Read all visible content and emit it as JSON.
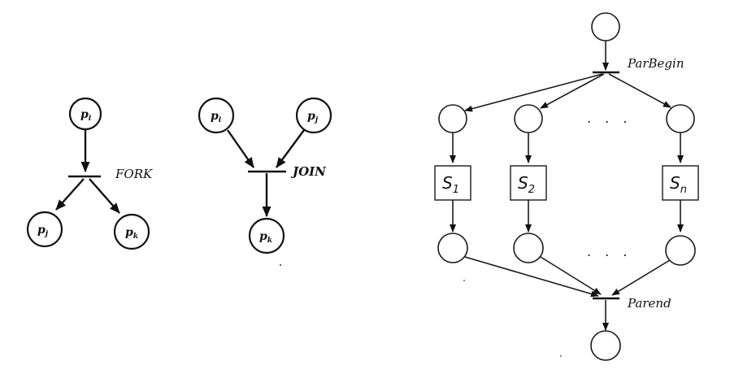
{
  "fork": {
    "source_sub": "i",
    "left_sub": "j",
    "right_sub": "k",
    "label": "FORK"
  },
  "join": {
    "left_sub": "i",
    "right_sub": "j",
    "target_sub": "k",
    "label": "JOIN"
  },
  "parallel": {
    "begin_label": "ParBegin",
    "end_label": "Parend",
    "statements": [
      {
        "base": "S",
        "sub": "1"
      },
      {
        "base": "S",
        "sub": "2"
      },
      {
        "base": "S",
        "sub": "n"
      }
    ],
    "ellipsis": ". . ."
  },
  "node_base": "p",
  "colors": {
    "stroke": "#1a1a1a",
    "background": "#ffffff"
  }
}
